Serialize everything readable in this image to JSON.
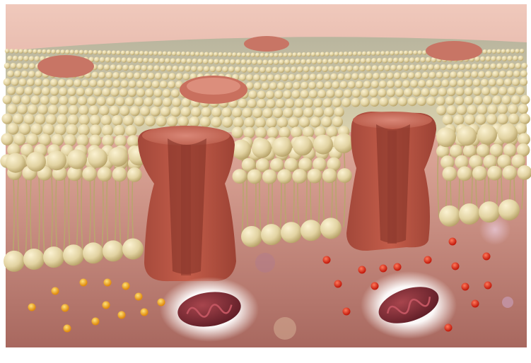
{
  "scene": {
    "subject": "cell-membrane-illustration",
    "colors": {
      "background_top": "#f3d2c6",
      "background_bottom": "#a8685f",
      "membrane_top": "#d9d2b0",
      "lipid_head": "#e6d9ad",
      "lipid_head_shade": "#b9a76f",
      "lipid_tail": "#c2b381",
      "channel_protein": "#c05a48",
      "channel_protein_dark": "#8f3b2e",
      "mitochondrion": "#7a2a33",
      "mitochondrion_glow": "#ffffff",
      "particle_yellow": "#f2a617",
      "particle_red": "#e02a1a"
    },
    "elements": [
      "lipid-bilayer",
      "channel-protein-left",
      "channel-protein-right",
      "mitochondrion-left",
      "mitochondrion-right",
      "ion-particles-left-yellow",
      "ion-particles-right-red"
    ]
  }
}
